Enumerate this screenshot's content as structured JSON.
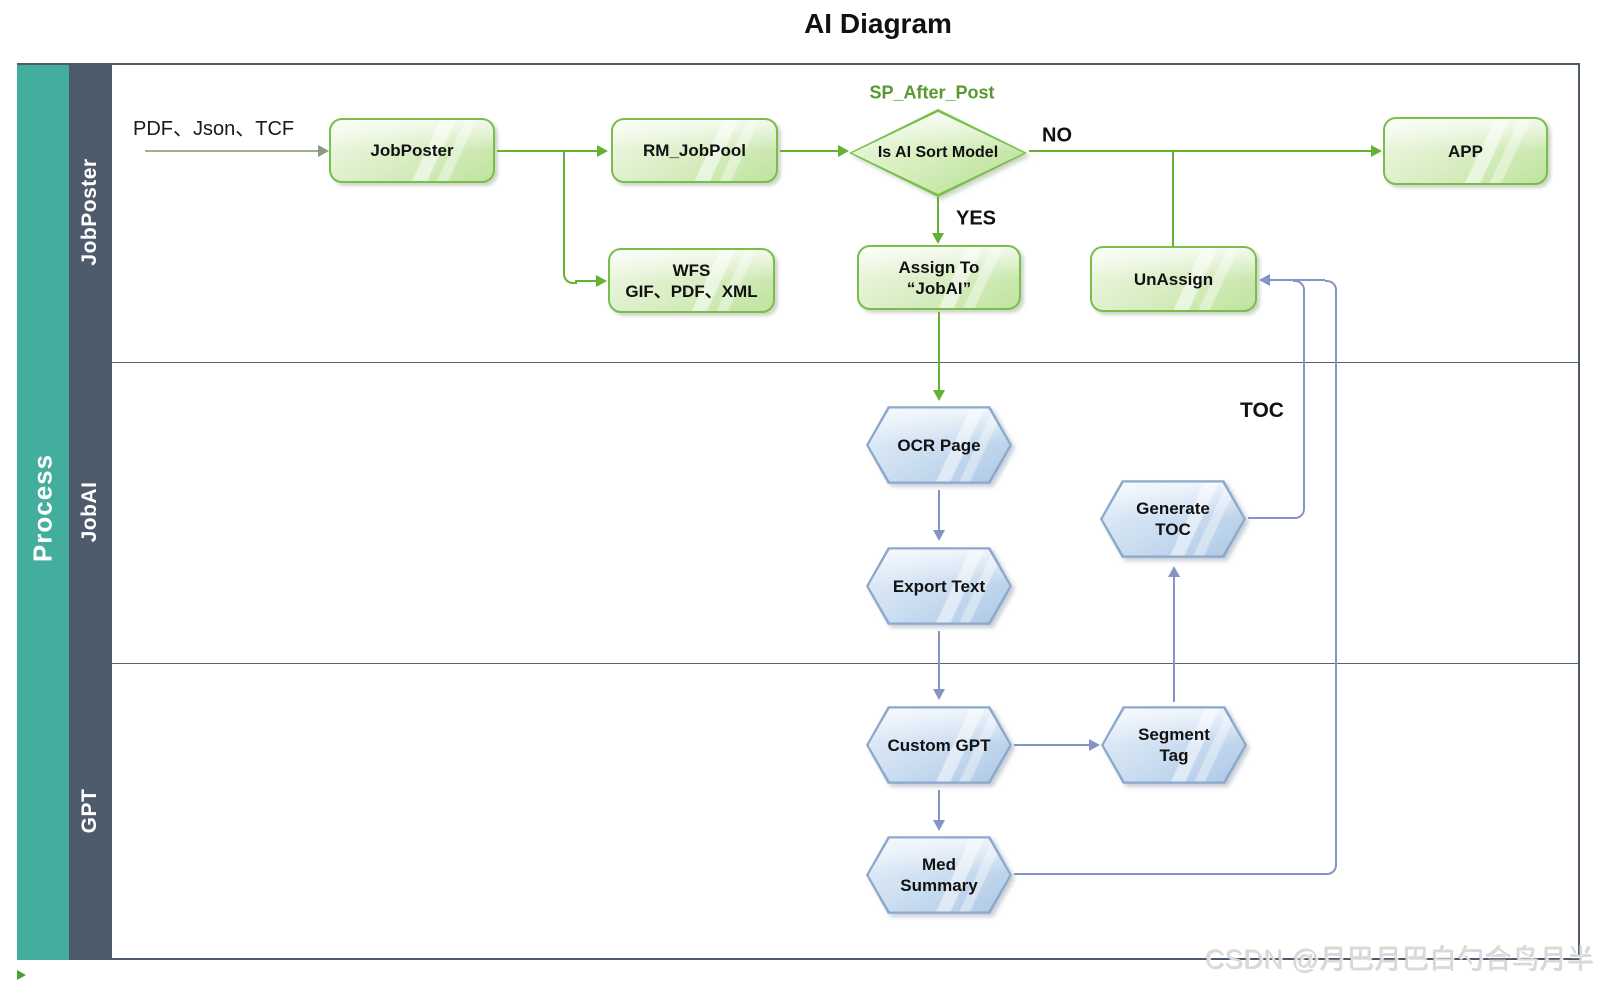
{
  "title": "AI Diagram",
  "sidebar": {
    "process_label": "Process",
    "lanes": [
      {
        "label": "JobPoster"
      },
      {
        "label": "JobAI"
      },
      {
        "label": "GPT"
      }
    ]
  },
  "flow": {
    "input_label": "PDF、Json、TCF",
    "jobposter_label": "JobPoster",
    "rm_jobpool_label": "RM_JobPool",
    "wfs_label_line1": "WFS",
    "wfs_label_line2": "GIF、PDF、XML",
    "decision_annotation": "SP_After_Post",
    "decision_label": "Is AI Sort Model",
    "branch_no_label": "NO",
    "branch_yes_label": "YES",
    "app_label": "APP",
    "assign_label_line1": "Assign To",
    "assign_label_line2": "“JobAI”",
    "unassign_label": "UnAssign",
    "ocr_label": "OCR Page",
    "export_label": "Export Text",
    "generate_toc_label_line1": "Generate",
    "generate_toc_label_line2": "TOC",
    "toc_edge_label": "TOC",
    "custom_gpt_label": "Custom GPT",
    "segment_tag_label_line1": "Segment",
    "segment_tag_label_line2": "Tag",
    "med_summary_label_line1": "Med",
    "med_summary_label_line2": "Summary"
  },
  "colors": {
    "teal_bar": "#43ad9e",
    "slate_bar": "#4e5b6c",
    "green_node_border": "#79bd4a",
    "green_connector": "#64b133",
    "blue_node_border": "#8ca9cb",
    "blue_connector": "#8494c4",
    "annotation_green": "#58992f"
  },
  "watermark": "CSDN @月巴月巴白勺合鸟月半"
}
